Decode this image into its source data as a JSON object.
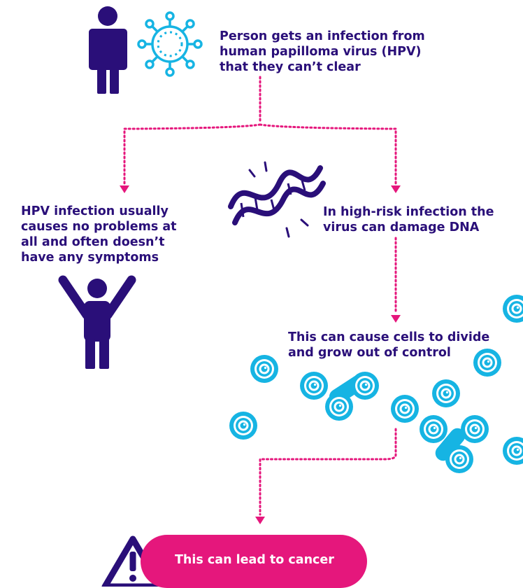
{
  "steps": {
    "infection": {
      "lines": [
        "Person gets an infection from",
        "human papilloma virus (HPV)",
        "that they can’t clear"
      ]
    },
    "no_problems": {
      "lines": [
        "HPV infection usually",
        "causes no problems at",
        "all and often doesn’t",
        "have any symptoms"
      ]
    },
    "dna_damage": {
      "lines": [
        "In high-risk infection the",
        "virus can damage DNA"
      ]
    },
    "cell_growth": {
      "lines": [
        "This can cause cells to divide",
        "and grow out of control"
      ]
    },
    "outcome": {
      "label": "This can lead to cancer"
    }
  },
  "colors": {
    "text": "#2a0f79",
    "arrow": "#e5177c",
    "pill": "#e5177c",
    "person": "#2a0f79",
    "virus": "#16b4e3",
    "cell_ring": "#16b4e3"
  }
}
